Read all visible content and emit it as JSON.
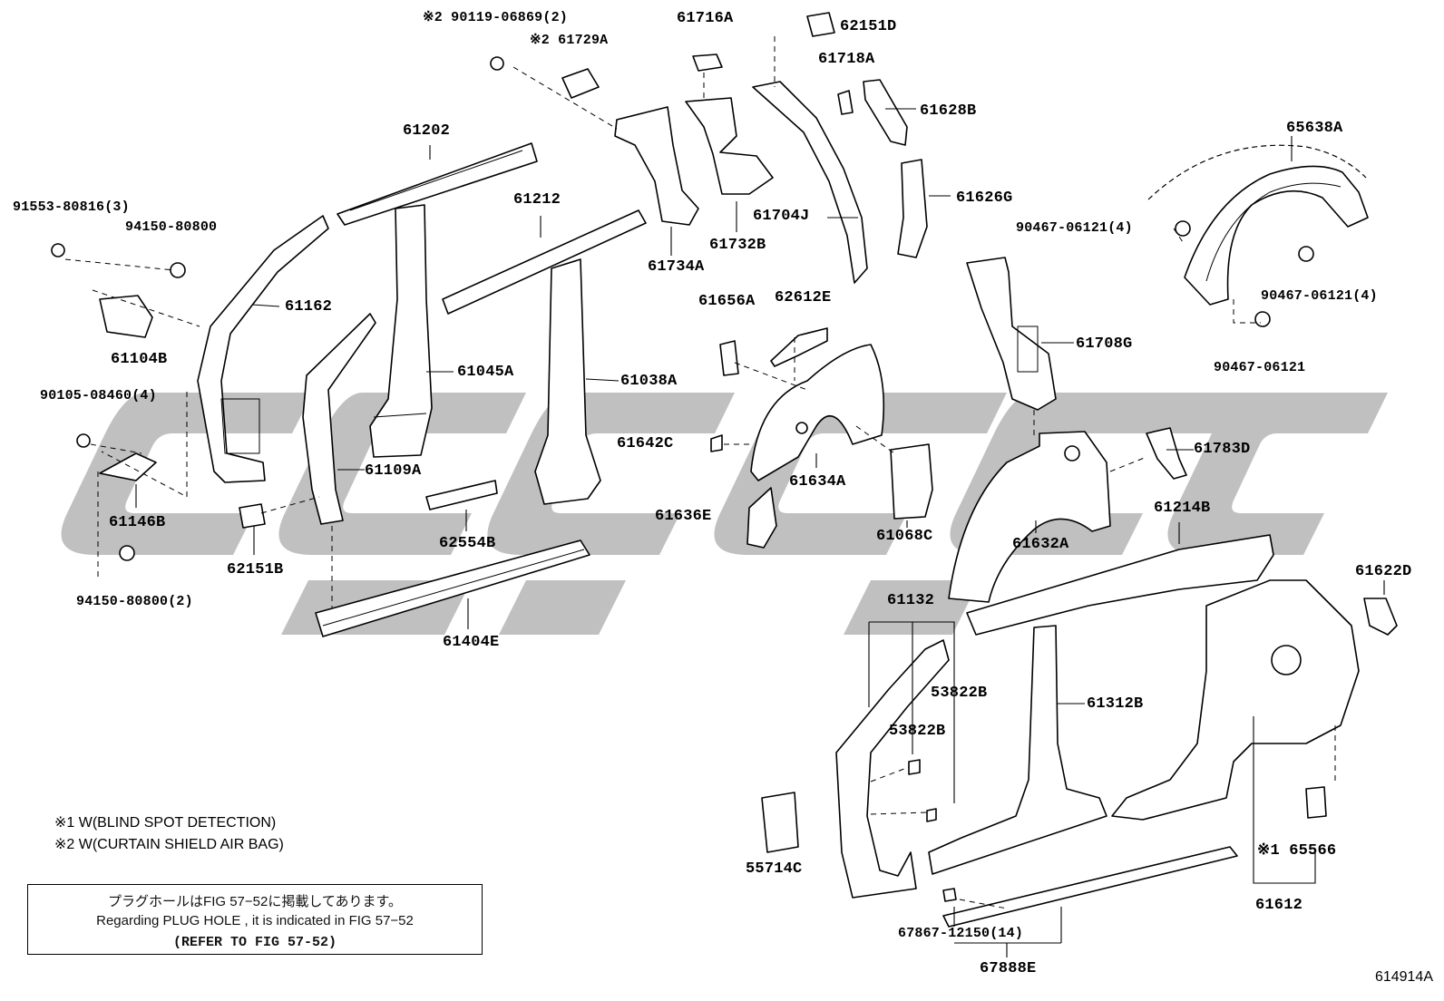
{
  "figure_id": "614914A",
  "notes": [
    "※1 W(BLIND SPOT DETECTION)",
    "※2 W(CURTAIN SHIELD AIR BAG)"
  ],
  "box": {
    "line1": "プラグホールはFIG 57−52に掲載してあります。",
    "line2": "Regarding PLUG HOLE , it is indicated in FIG 57−52",
    "line3": "(REFER TO FIG 57-52)"
  },
  "colors": {
    "line": "#000000",
    "watermark": "#bdbdbd",
    "part_fill": "#ffffff"
  },
  "parts": [
    {
      "label": "※2 90119-06869(2)"
    },
    {
      "label": "※2 61729A"
    },
    {
      "label": "61716A"
    },
    {
      "label": "62151D"
    },
    {
      "label": "61718A"
    },
    {
      "label": "61628B"
    },
    {
      "label": "65638A"
    },
    {
      "label": "61202"
    },
    {
      "label": "91553-80816(3)"
    },
    {
      "label": "94150-80800"
    },
    {
      "label": "61212"
    },
    {
      "label": "61626G"
    },
    {
      "label": "61704J"
    },
    {
      "label": "61732B"
    },
    {
      "label": "61734A"
    },
    {
      "label": "90467-06121(4)"
    },
    {
      "label": "90467-06121(4)"
    },
    {
      "label": "90467-06121"
    },
    {
      "label": "61162"
    },
    {
      "label": "61104B"
    },
    {
      "label": "61656A"
    },
    {
      "label": "62612E"
    },
    {
      "label": "61708G"
    },
    {
      "label": "61045A"
    },
    {
      "label": "61038A"
    },
    {
      "label": "90105-08460(4)"
    },
    {
      "label": "61642C"
    },
    {
      "label": "61783D"
    },
    {
      "label": "61109A"
    },
    {
      "label": "61634A"
    },
    {
      "label": "61146B"
    },
    {
      "label": "61636E"
    },
    {
      "label": "61068C"
    },
    {
      "label": "61632A"
    },
    {
      "label": "61214B"
    },
    {
      "label": "62554B"
    },
    {
      "label": "62151B"
    },
    {
      "label": "61622D"
    },
    {
      "label": "94150-80800(2)"
    },
    {
      "label": "61132"
    },
    {
      "label": "61404E"
    },
    {
      "label": "53822B"
    },
    {
      "label": "61312B"
    },
    {
      "label": "53822B"
    },
    {
      "label": "55714C"
    },
    {
      "label": "※1 65566"
    },
    {
      "label": "61612"
    },
    {
      "label": "67867-12150(14)"
    },
    {
      "label": "67888E"
    }
  ]
}
